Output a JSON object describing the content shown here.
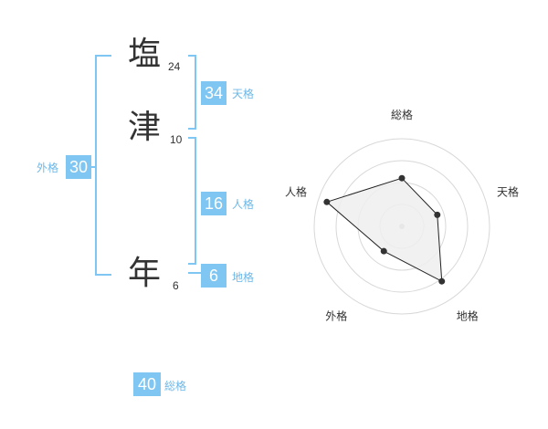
{
  "name": {
    "chars": [
      {
        "char": "塩",
        "strokes": "24"
      },
      {
        "char": "津",
        "strokes": "10"
      },
      {
        "char": "年",
        "strokes": "6"
      }
    ]
  },
  "fortune": {
    "tenkaku": {
      "value": "34",
      "label": "天格"
    },
    "jinkaku": {
      "value": "16",
      "label": "人格"
    },
    "chikaku": {
      "value": "6",
      "label": "地格"
    },
    "gaikaku": {
      "value": "30",
      "label": "外格"
    },
    "soukaku": {
      "value": "40",
      "label": "総格"
    }
  },
  "radar": {
    "axes": [
      "総格",
      "天格",
      "地格",
      "外格",
      "人格"
    ],
    "levels": [
      1,
      2,
      3,
      4
    ],
    "values": [
      2.2,
      1.7,
      3.1,
      1.4,
      3.6
    ],
    "colors": {
      "grid": "#d8d8d8",
      "fill": "#efefef",
      "line": "#222222",
      "point": "#333333",
      "center": "#bbbbbb"
    }
  }
}
